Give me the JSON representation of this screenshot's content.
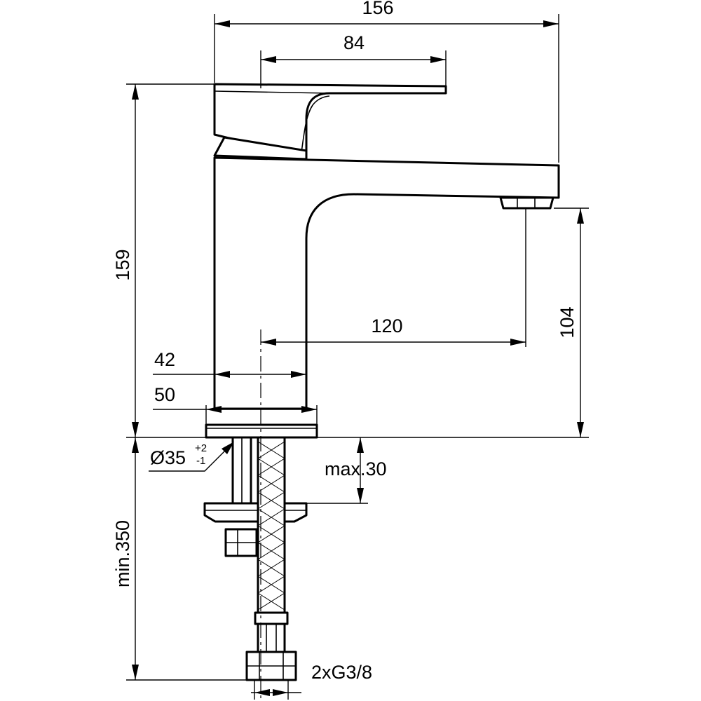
{
  "dimensions": {
    "overall_width": "156",
    "lever_length": "84",
    "overall_height": "159",
    "spout_height": "104",
    "spout_projection": "120",
    "body_width": "42",
    "base_width": "50",
    "hole_diameter": "Ø35",
    "hole_tol_upper": "+2",
    "hole_tol_lower": "-1",
    "max_deck_thickness": "max.30",
    "hose_length": "min.350",
    "connections": "2xG3/8"
  },
  "colors": {
    "line": "#000000",
    "background": "#ffffff"
  }
}
